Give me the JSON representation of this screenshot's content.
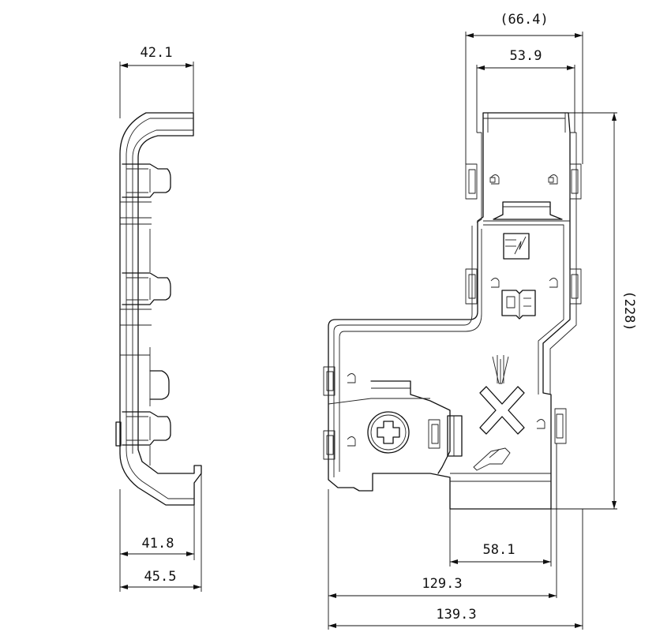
{
  "dimensions": {
    "side_top_width": "42.1",
    "side_bottom_inner": "41.8",
    "side_bottom_outer": "45.5",
    "front_top_outer": "(66.4)",
    "front_top_inner": "53.9",
    "front_height": "(228)",
    "front_bottom_right": "58.1",
    "front_bottom_mid": "129.3",
    "front_bottom_total": "139.3"
  },
  "colors": {
    "line": "#111111",
    "background": "#ffffff"
  },
  "icons": [
    "plug-symbol-icon",
    "manual-book-icon",
    "phillips-screw-icon",
    "no-cutting-icon"
  ]
}
